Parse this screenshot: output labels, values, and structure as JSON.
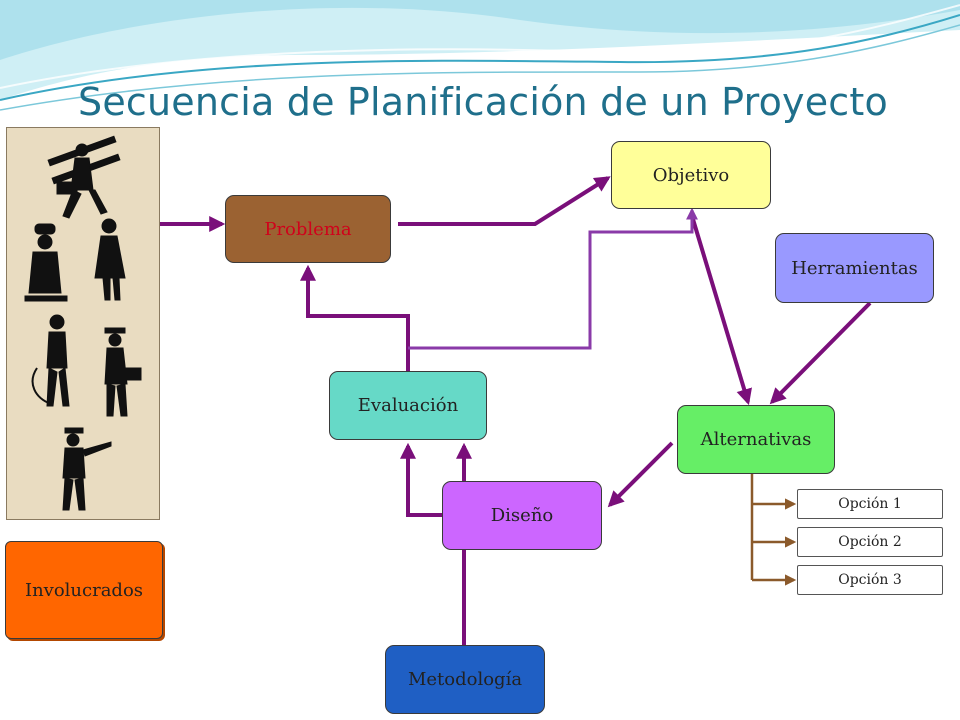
{
  "slide": {
    "title": "Secuencia de Planificación de un Proyecto"
  },
  "nodes": {
    "problema": "Problema",
    "objetivo": "Objetivo",
    "herramientas": "Herramientas",
    "evaluacion": "Evaluación",
    "alternativas": "Alternativas",
    "diseno": "Diseño",
    "metodologia": "Metodología",
    "involucrados": "Involucrados"
  },
  "options": [
    "Opción 1",
    "Opción 2",
    "Opción 3"
  ],
  "colors": {
    "title": "#1f6f8b",
    "problema": "#9b6232",
    "problema_text": "#d0021b",
    "objetivo": "#ffff99",
    "herramientas": "#9999ff",
    "evaluacion": "#66d9c7",
    "alternativas": "#66ee66",
    "diseno": "#cc66ff",
    "metodologia": "#1f5fc4",
    "involucrados": "#ff6600",
    "arrow_main": "#7a0f7a",
    "arrow_light": "#8a3aa8",
    "arrow_options": "#8b5a2b"
  }
}
